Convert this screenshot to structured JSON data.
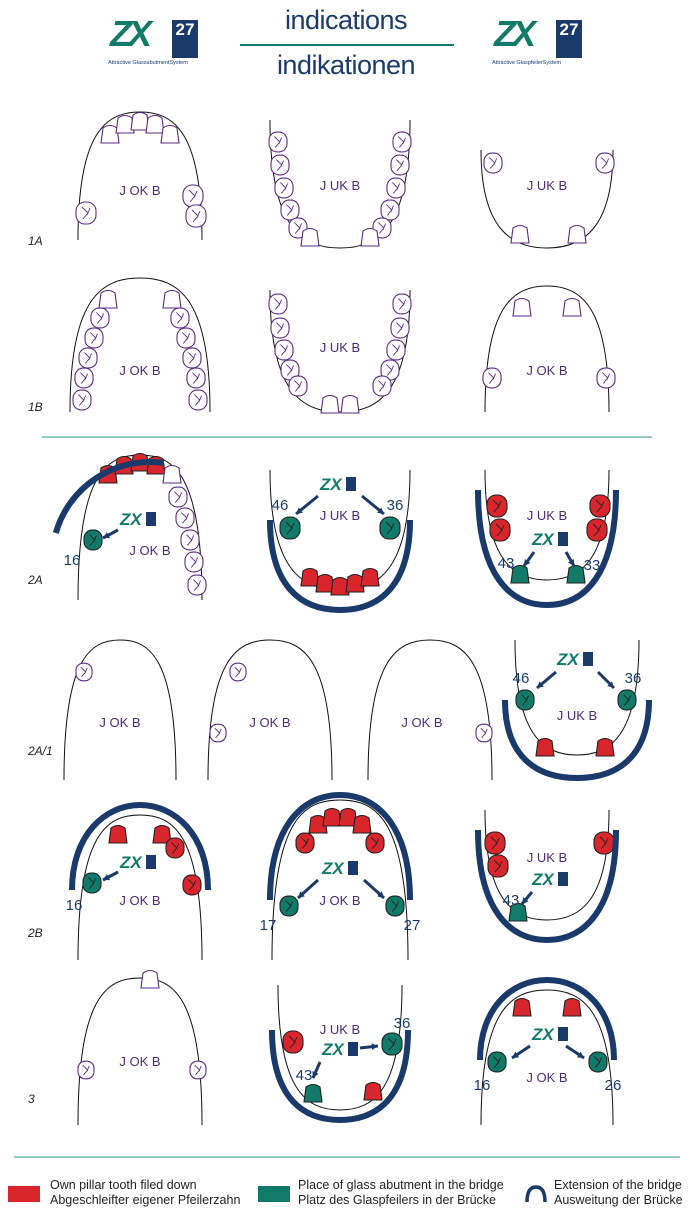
{
  "header": {
    "title_en": "indications",
    "title_de": "indikationen",
    "logo_mark": "ZX",
    "logo_number": "27",
    "logo_sub_left": "Attractive GlassabutmentSystem",
    "logo_sub_right": "Attractive GlaspfeilerSystem"
  },
  "arch_labels": {
    "upper": "J OK B",
    "lower": "J UK B"
  },
  "rows": [
    {
      "label": "1A"
    },
    {
      "label": "1B"
    },
    {
      "label": "2A"
    },
    {
      "label": "2A/1"
    },
    {
      "label": "2B"
    },
    {
      "label": "3"
    }
  ],
  "tooth_numbers": {
    "r2a_left": "16",
    "r2a_mid_left": "46",
    "r2a_mid_right": "36",
    "r2a_right_left": "43",
    "r2a_right_right": "33",
    "r2a1_left": "46",
    "r2a1_right": "36",
    "r2b_left": "16",
    "r2b_mid_left": "17",
    "r2b_mid_right": "27",
    "r2b_right": "43",
    "r3_mid_right": "36",
    "r3_mid_left": "43",
    "r3_right_left": "16",
    "r3_right_right": "26"
  },
  "legend": {
    "own_pillar_en": "Own pillar tooth filed down",
    "own_pillar_de": "Abgeschleifter eigener Pfeilerzahn",
    "glass_abutment_en": "Place of glass abutment in the bridge",
    "glass_abutment_de": "Platz des Glaspfeilers in der Brücke",
    "extension_en": "Extension of the bridge",
    "extension_de": "Ausweitung der Brücke"
  },
  "colors": {
    "pillar_red": "#d8262c",
    "abutment_teal": "#117a68",
    "bridge_navy": "#1a3a6b",
    "tooth_outline": "#5a2a8a",
    "divider": "#2a9a80"
  }
}
